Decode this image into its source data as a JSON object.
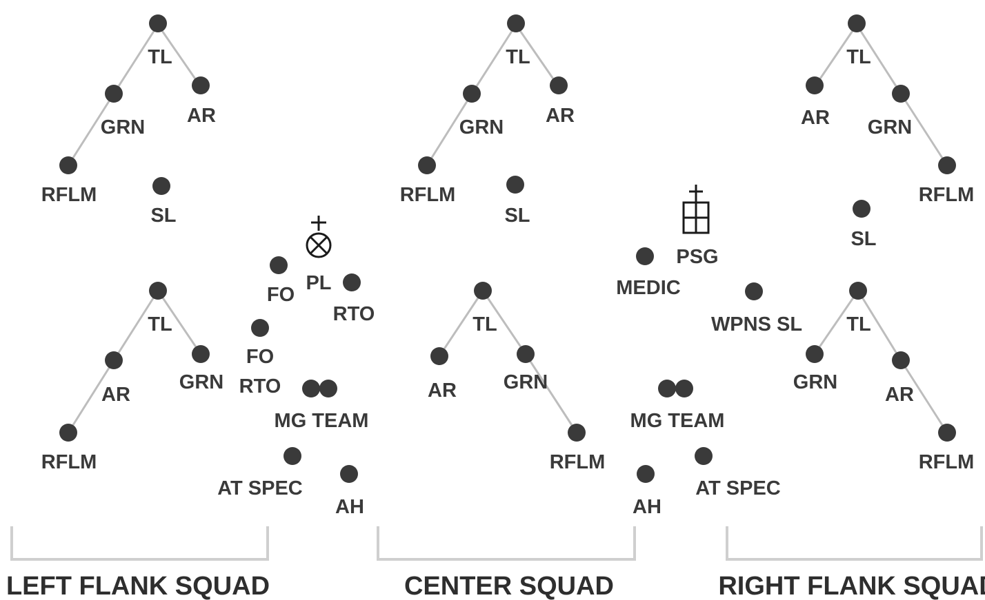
{
  "roles": {
    "tl": "TL",
    "grn": "GRN",
    "ar": "AR",
    "rflm": "RFLM",
    "sl": "SL",
    "pl": "PL",
    "fo": "FO",
    "rto": "RTO",
    "fo_rto_line1": "FO",
    "fo_rto_line2": "RTO",
    "mg_team": "MG TEAM",
    "at_spec": "AT SPEC",
    "ah": "AH",
    "medic": "MEDIC",
    "psg": "PSG",
    "wpns_sl": "WPNS SL"
  },
  "squads": {
    "left": "LEFT FLANK SQUAD",
    "center": "CENTER SQUAD",
    "right": "RIGHT FLANK SQUAD"
  }
}
